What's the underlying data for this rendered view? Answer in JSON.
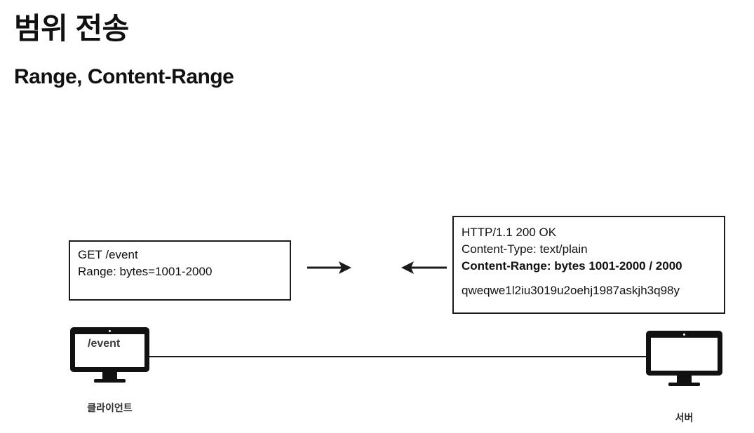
{
  "slide": {
    "title": "범위 전송",
    "subtitle": "Range, Content-Range"
  },
  "diagram": {
    "request_box": {
      "name": "http-request-message",
      "lines": [
        {
          "text": "GET /event",
          "bold": false
        },
        {
          "text": "Range: bytes=1001-2000",
          "bold": false
        }
      ]
    },
    "response_box": {
      "name": "http-response-message",
      "lines": [
        {
          "text": "HTTP/1.1 200 OK",
          "bold": false
        },
        {
          "text": "Content-Type: text/plain",
          "bold": false
        },
        {
          "text": "Content-Range: bytes 1001-2000 / 2000",
          "bold": true
        },
        {
          "text": "qweqwe1l2iu3019u2oehj1987askjh3q98y",
          "bold": false
        }
      ]
    },
    "arrows": [
      {
        "name": "request-arrow",
        "direction": "right"
      },
      {
        "name": "response-arrow",
        "direction": "left"
      }
    ],
    "client": {
      "label": "클라이언트",
      "screen_text": "/event"
    },
    "server": {
      "label": "서버",
      "screen_text": ""
    }
  },
  "colors": {
    "background": "#ffffff",
    "ink": "#111111",
    "label": "#2e2e2e",
    "screen_text": "#3c3c3c"
  }
}
